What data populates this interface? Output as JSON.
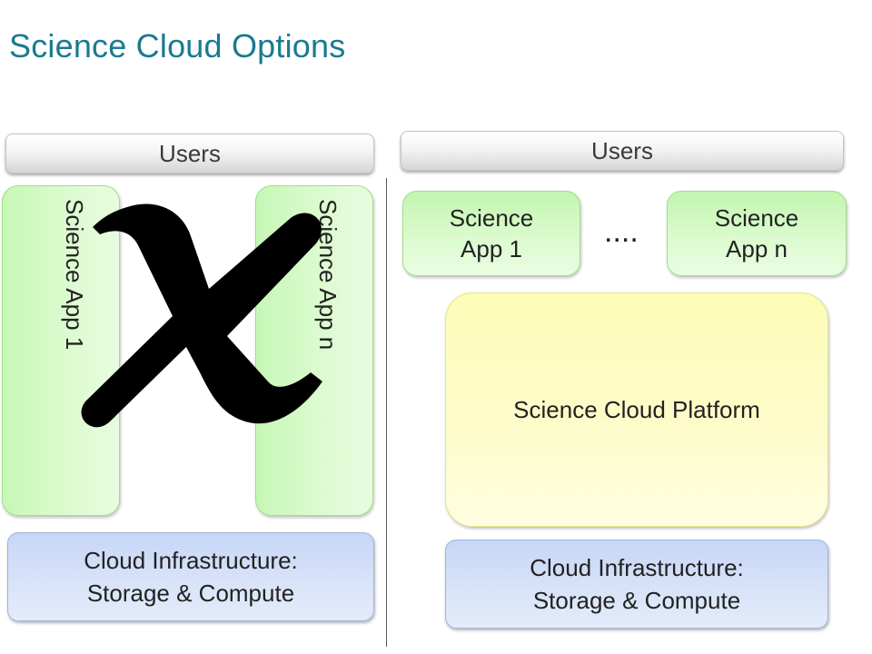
{
  "title": "Science Cloud Options",
  "left": {
    "users": "Users",
    "app1": "Science App 1",
    "appn": "Science App n",
    "infra_line1": "Cloud Infrastructure:",
    "infra_line2": "Storage & Compute"
  },
  "right": {
    "users": "Users",
    "app1_line1": "Science",
    "app1_line2": "App 1",
    "ellipsis": "....",
    "appn_line1": "Science",
    "appn_line2": "App n",
    "platform": "Science Cloud Platform",
    "infra_line1": "Cloud Infrastructure:",
    "infra_line2": "Storage & Compute"
  },
  "colors": {
    "title": "#1b7a92",
    "app_green": "#c6f7b6",
    "platform_yellow": "#fdfcb8",
    "infra_blue": "#c6d6f6",
    "x_mark": "#000000"
  },
  "icons": {
    "rejection_mark": "cross-mark-icon"
  }
}
